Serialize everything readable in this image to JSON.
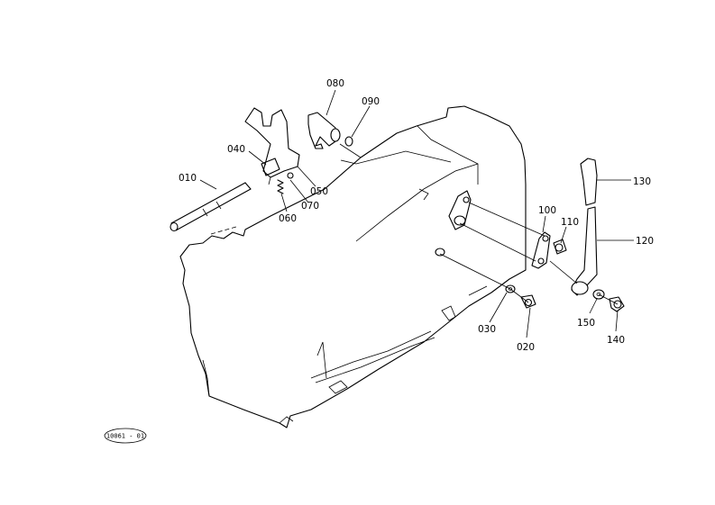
{
  "labels": {
    "p010": "010",
    "p020": "020",
    "p030": "030",
    "p040": "040",
    "p050": "050",
    "p060": "060",
    "p070": "070",
    "p080": "080",
    "p090": "090",
    "p100": "100",
    "p110": "110",
    "p120": "120",
    "p130": "130",
    "p140": "140",
    "p150": "150"
  },
  "drawing_code": "10061 - 01"
}
